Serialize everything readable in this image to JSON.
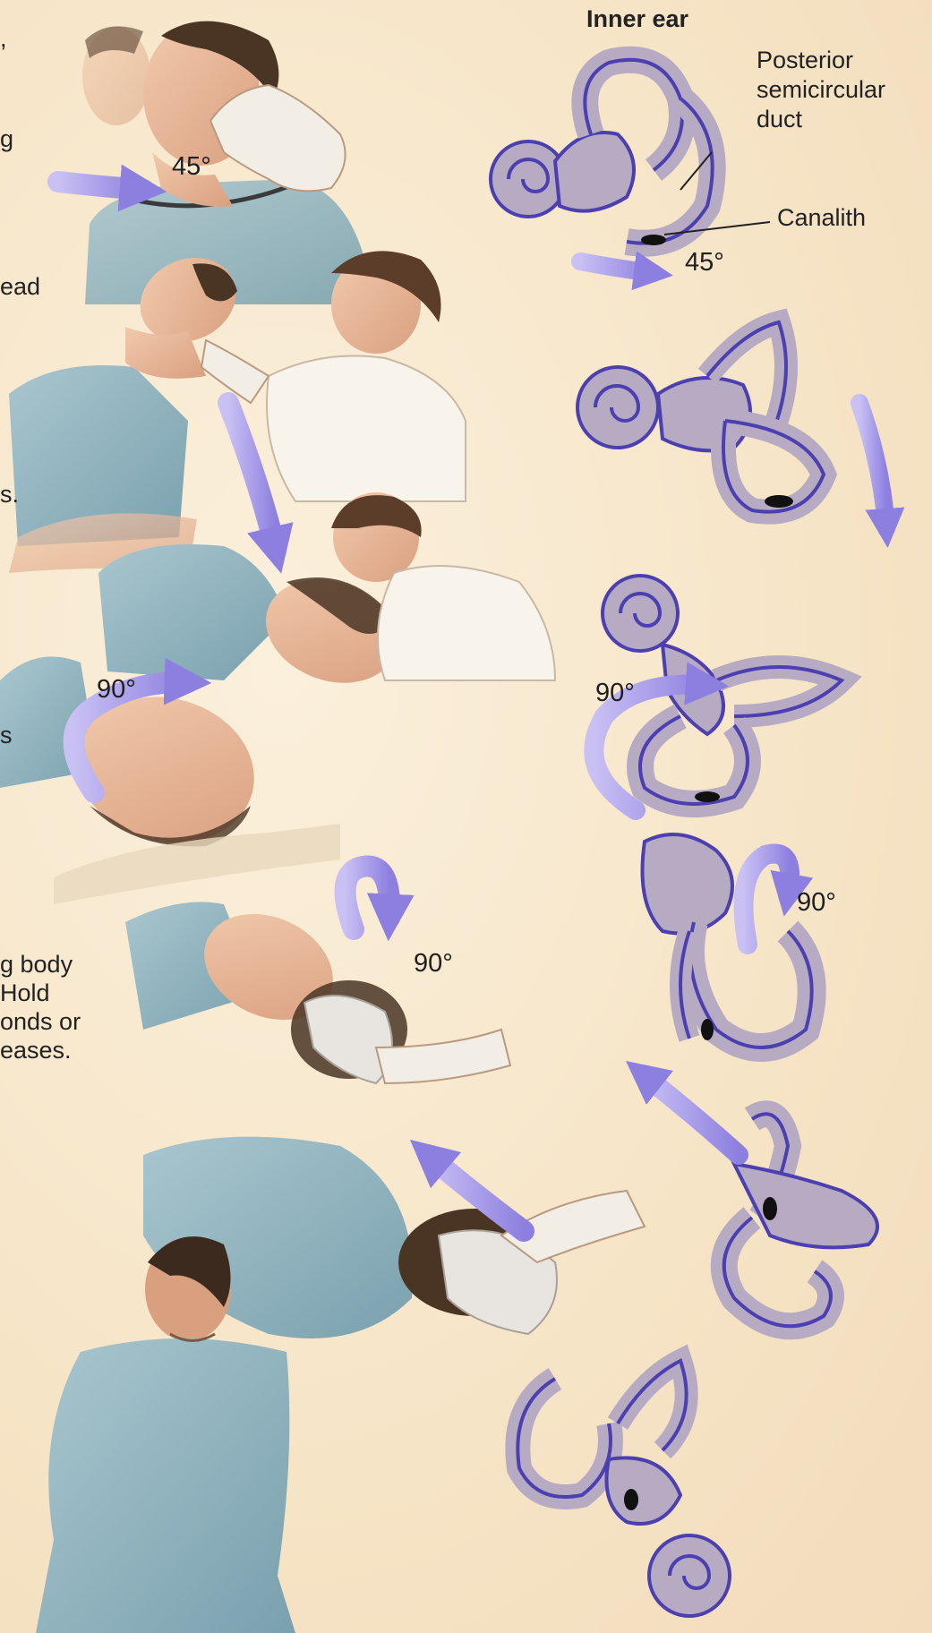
{
  "labels": {
    "inner_ear": "Inner ear",
    "posterior_line1": "Posterior",
    "posterior_line2": "semicircular",
    "posterior_line3": "duct",
    "canalith": "Canalith"
  },
  "angles": {
    "head_step1": "45°",
    "ear_step1": "45°",
    "head_step3": "90°",
    "ear_step3": "90°",
    "ear_step4": "90°",
    "head_step4": "90°"
  },
  "left_text_fragments": {
    "frag1": ",",
    "frag2": "g",
    "frag3": "ead",
    "frag4": "s.",
    "frag5": "s",
    "frag6": "g body",
    "frag7": "Hold",
    "frag8": "onds or",
    "frag9": "eases."
  },
  "colors": {
    "background": "#f7e8cf",
    "arrow": "#9b8ee6",
    "ear_fill": "#b7abc4",
    "ear_outline": "#4c3fb0",
    "shirt": "#8fb3bf",
    "skin": "#e8b89a",
    "hair": "#4a3524"
  }
}
